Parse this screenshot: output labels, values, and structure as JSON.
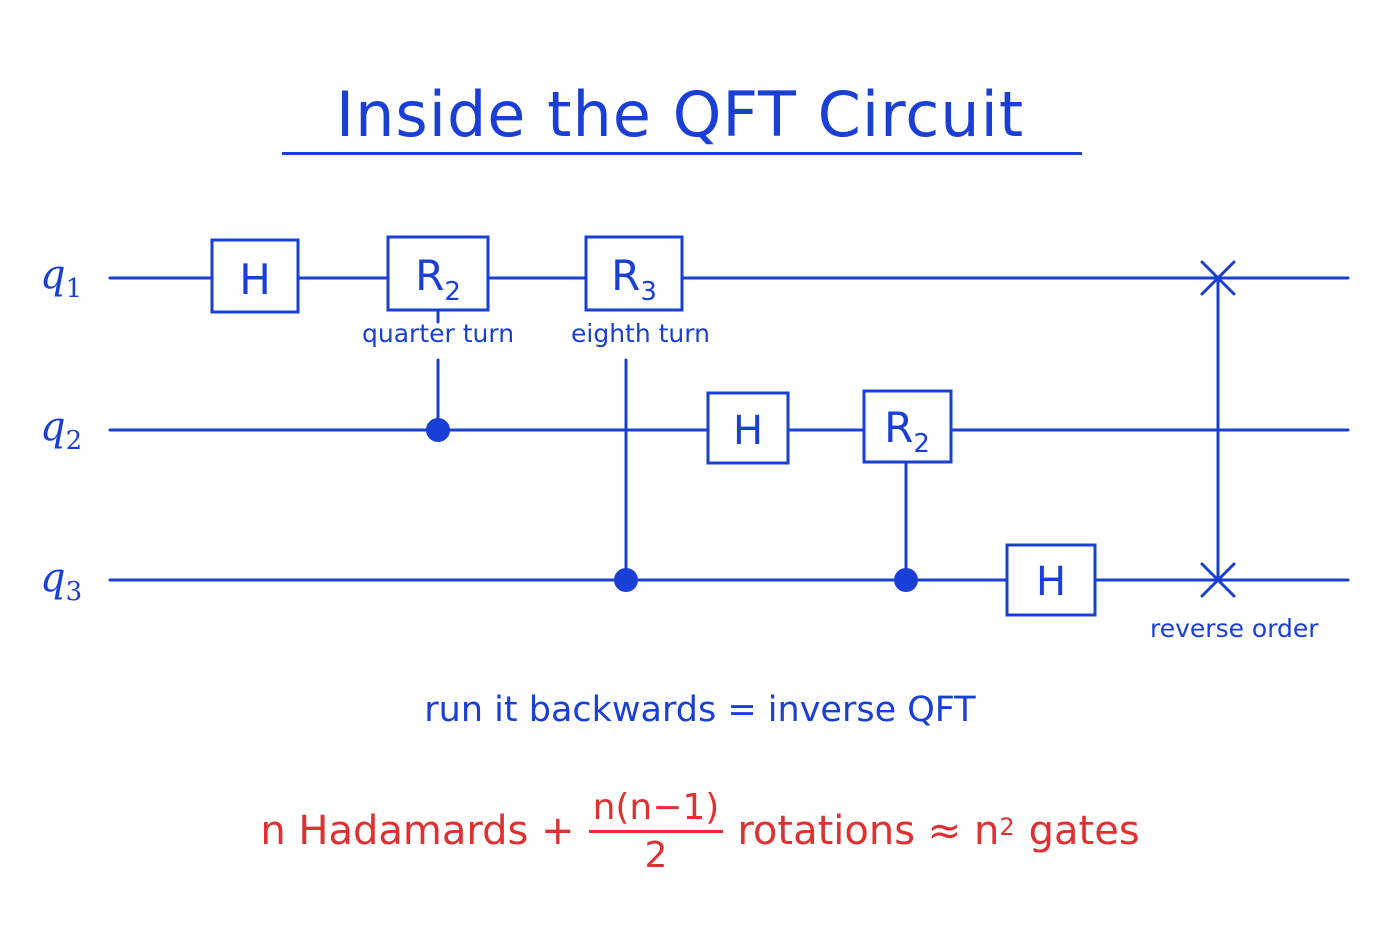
{
  "title": "Inside the QFT Circuit",
  "qubits": [
    {
      "name": "q",
      "index": "1"
    },
    {
      "name": "q",
      "index": "2"
    },
    {
      "name": "q",
      "index": "3"
    }
  ],
  "gates": {
    "h_q1": "H",
    "r2_q1": {
      "base": "R",
      "sub": "2"
    },
    "r3_q1": {
      "base": "R",
      "sub": "3"
    },
    "h_q2": "H",
    "r2_q2": {
      "base": "R",
      "sub": "2"
    },
    "h_q3": "H"
  },
  "annotations": {
    "quarter_turn": "quarter turn",
    "eighth_turn": "eighth turn",
    "reverse_order": "reverse order"
  },
  "caption": "run it backwards = inverse QFT",
  "formula": {
    "part1": "n Hadamards +",
    "numerator": "n(n−1)",
    "denominator": "2",
    "part2": "rotations ≈ n",
    "exponent": "2",
    "part3": "gates"
  },
  "colors": {
    "ink_blue": "#1a3fd6",
    "ink_red": "#e03030"
  }
}
